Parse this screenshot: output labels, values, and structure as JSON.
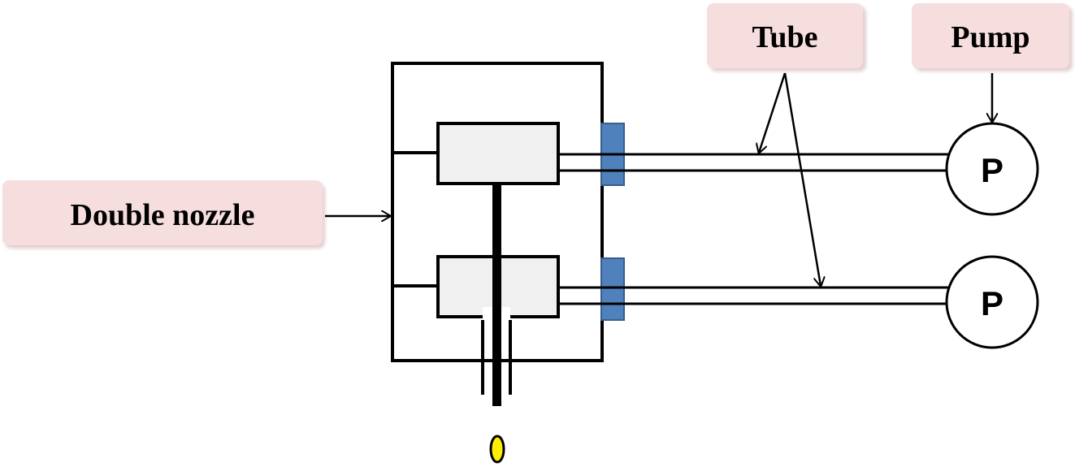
{
  "labels": {
    "double_nozzle": "Double nozzle",
    "tube": "Tube",
    "pump": "Pump"
  },
  "pumps": [
    {
      "symbol": "P"
    },
    {
      "symbol": "P"
    }
  ],
  "colors": {
    "label_fill": "#f6dede",
    "label_shadow": "#e3cfcf",
    "chamber_fill": "#f0f0f0",
    "connector": "#4f81bd",
    "connector_border": "#385d8a",
    "droplet": "#ffee00",
    "line": "#000000"
  }
}
